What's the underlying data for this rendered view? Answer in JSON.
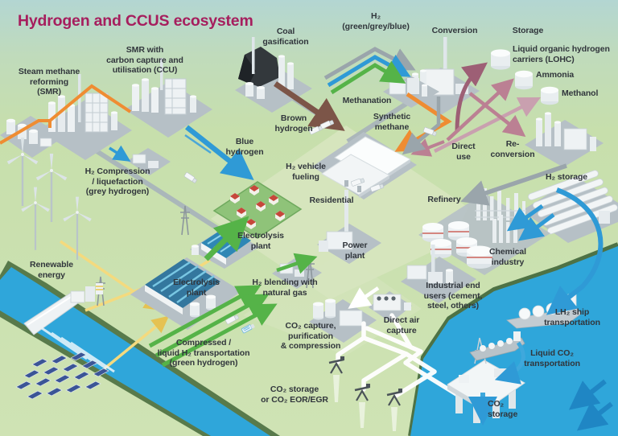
{
  "title": "Hydrogen and CCUS ecosystem",
  "colors": {
    "title": "#a61e5e",
    "label_text": "#31363c",
    "background_top": "#b3d6d2",
    "background_green": "#c8e0ae",
    "water": "#2fa6da",
    "arrow_orange": "#ef8c32",
    "arrow_brown": "#7c5548",
    "arrow_blue": "#2f9ad6",
    "arrow_green": "#55b348",
    "arrow_grey": "#9aa5ab",
    "arrow_yellow": "#f4da7e",
    "arrow_pink": "#bb8093",
    "arrow_dark_pink": "#9d5f75",
    "arrow_white": "#ffffff",
    "residential_green": "#8fc379",
    "solar_panel_blue": "#3b5596",
    "roof_red": "#c6473b"
  },
  "labels": {
    "smr": "Steam methane\nreforming\n(SMR)",
    "smr_ccu": "SMR with\ncarbon capture and\nutilisation (CCU)",
    "coal_gasification": "Coal\ngasification",
    "h2_green_grey_blue": "H₂\n(green/grey/blue)",
    "conversion": "Conversion",
    "storage": "Storage",
    "lohc": "Liquid organic hydrogen\ncarriers (LOHC)",
    "ammonia": "Ammonia",
    "methanol": "Methanol",
    "methanation": "Methanation",
    "synthetic_methane": "Synthetic\nmethane",
    "brown_hydrogen": "Brown\nhydrogen",
    "blue_hydrogen": "Blue\nhydrogen",
    "direct_use": "Direct\nuse",
    "re_conversion": "Re-\nconversion",
    "h2_compression": "H₂ Compression\n/ liquefaction\n(grey hydrogen)",
    "h2_vehicle_fueling": "H₂ vehicle\nfueling",
    "residential": "Residential",
    "refinery": "Refinery",
    "h2_storage": "H₂ storage",
    "electrolysis_plant_upper": "Electrolysis\nplant",
    "power_plant": "Power\nplant",
    "chemical_industry": "Chemical\nindustry",
    "renewable_energy": "Renewable\nenergy",
    "electrolysis_plant_lower": "Electrolysis\nplant",
    "h2_blending": "H₂ blending with\nnatural gas",
    "industrial_end_users": "Industrial end\nusers (cement,\nsteel, others)",
    "lh2_ship": "LH₂ ship\ntransportation",
    "compressed_h2": "Compressed /\nliquid H₂ transportation\n(green hydrogen)",
    "co2_capture": "CO₂ capture,\npurification\n& compression",
    "direct_air_capture": "Direct air\ncapture",
    "liquid_co2": "Liquid CO₂\ntransportation",
    "co2_storage_eor": "CO₂ storage\nor CO₂ EOR/EGR",
    "co2_storage_offshore": "CO₂\nstorage"
  }
}
